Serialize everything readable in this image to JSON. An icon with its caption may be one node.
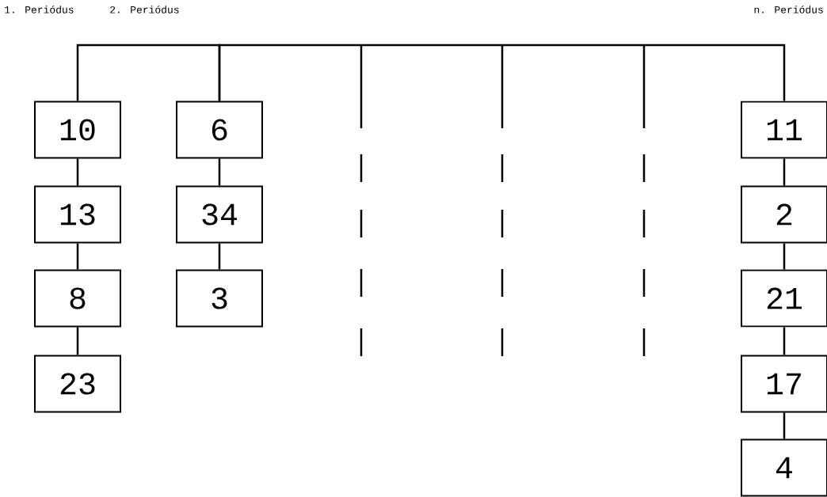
{
  "diagram": {
    "nodes": [
      {
        "text": [
          "10"
        ]
      },
      {
        "text": [
          "13"
        ]
      },
      {
        "text": [
          "8"
        ]
      },
      {
        "text": [
          "23"
        ]
      },
      {
        "text": [
          "6"
        ]
      },
      {
        "text": [
          "34"
        ]
      },
      {
        "text": [
          "3"
        ]
      },
      {
        "text": [
          "11"
        ]
      },
      {
        "text": [
          "2"
        ]
      },
      {
        "text": [
          "21"
        ]
      },
      {
        "text": [
          "17"
        ]
      },
      {
        "text": [
          "4"
        ]
      }
    ],
    "edges": [
      {
        "from": 0,
        "to": 4,
        "arrow": "none"
      },
      {
        "from": 4,
        "to": 7,
        "arrow": "none"
      },
      {
        "from": 0,
        "to": 1,
        "arrow": "none"
      },
      {
        "from": 1,
        "to": 2,
        "arrow": "none"
      },
      {
        "from": 2,
        "to": 3,
        "arrow": "none"
      },
      {
        "from": 4,
        "to": 5,
        "arrow": "none"
      },
      {
        "from": 5,
        "to": 6,
        "arrow": "none"
      },
      {
        "from": 7,
        "to": 8,
        "arrow": "none"
      },
      {
        "from": 8,
        "to": 9,
        "arrow": "none"
      },
      {
        "from": 9,
        "to": 10,
        "arrow": "none"
      },
      {
        "from": 10,
        "to": 11,
        "arrow": "none"
      }
    ],
    "labels": [
      "1. Periódus",
      "2. Periódus",
      "n. Periódus"
    ]
  }
}
